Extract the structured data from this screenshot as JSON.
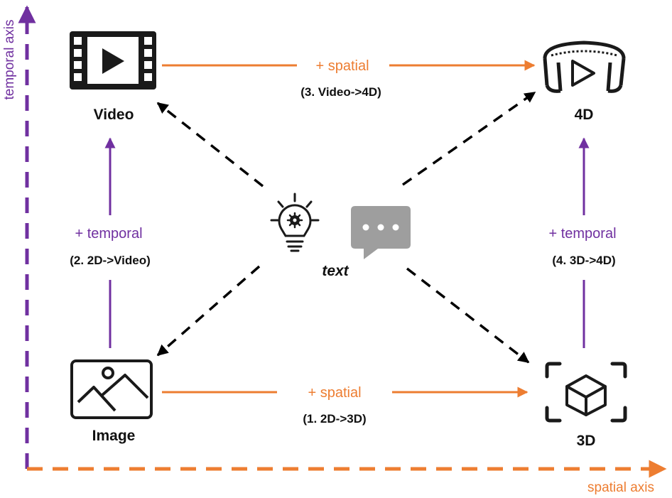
{
  "colors": {
    "spatial": "#ED7D31",
    "temporal": "#7030A0",
    "text": "#111111",
    "dashed_arrows": "#000000",
    "chat_bubble": "#9E9E9E"
  },
  "axes": {
    "temporal_label": "temporal axis",
    "spatial_label": "spatial axis"
  },
  "nodes": {
    "video": {
      "label": "Video",
      "icon": "film-play-icon"
    },
    "four_d": {
      "label": "4D",
      "icon": "cylinder-play-icon"
    },
    "image": {
      "label": "Image",
      "icon": "picture-icon"
    },
    "three_d": {
      "label": "3D",
      "icon": "cube-scan-icon"
    },
    "text": {
      "label": "text",
      "icons": [
        "lightbulb-gear-icon",
        "chat-bubble-icon"
      ]
    }
  },
  "edges": {
    "image_to_3d": {
      "operation": "+ spatial",
      "step": "(1. 2D->3D)"
    },
    "image_to_video": {
      "operation": "+ temporal",
      "step": "(2. 2D->Video)"
    },
    "video_to_4d": {
      "operation": "+ spatial",
      "step": "(3. Video->4D)"
    },
    "three_d_to_4d": {
      "operation": "+ temporal",
      "step": "(4. 3D->4D)"
    }
  }
}
